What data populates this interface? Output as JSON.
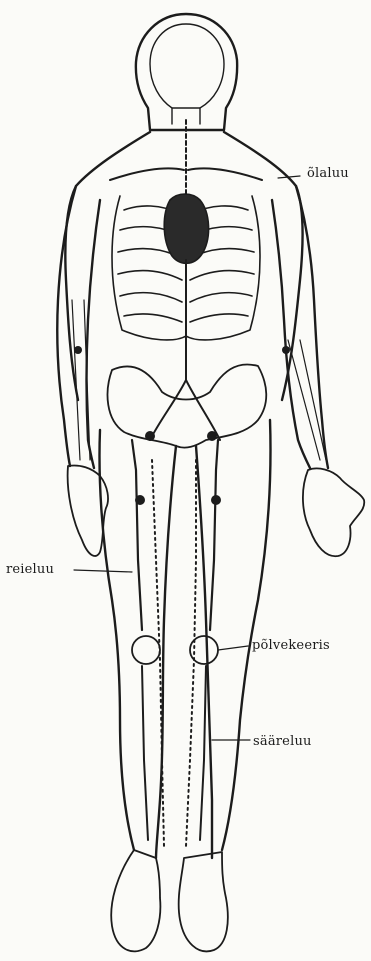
{
  "figure": {
    "labels": {
      "shoulder_bone": "õlaluu",
      "thigh_bone": "reieluu",
      "knee_joint": "põlvekeeris",
      "shin_bone": "sääreluu"
    }
  }
}
